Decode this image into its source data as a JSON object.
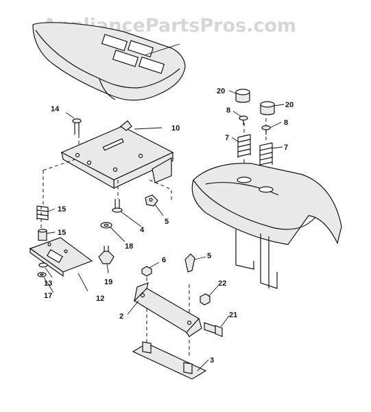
{
  "watermark": "AppliancePartsPros.com",
  "callouts": {
    "c2": "2",
    "c3": "3",
    "c4": "4",
    "c5a": "5",
    "c5b": "5",
    "c6": "6",
    "c7a": "7",
    "c7b": "7",
    "c8a": "8",
    "c8b": "8",
    "c10": "10",
    "c12": "12",
    "c13": "13",
    "c14": "14",
    "c15a": "15",
    "c15b": "15",
    "c17": "17",
    "c18": "18",
    "c19": "19",
    "c20a": "20",
    "c20b": "20",
    "c21": "21",
    "c22": "22"
  }
}
